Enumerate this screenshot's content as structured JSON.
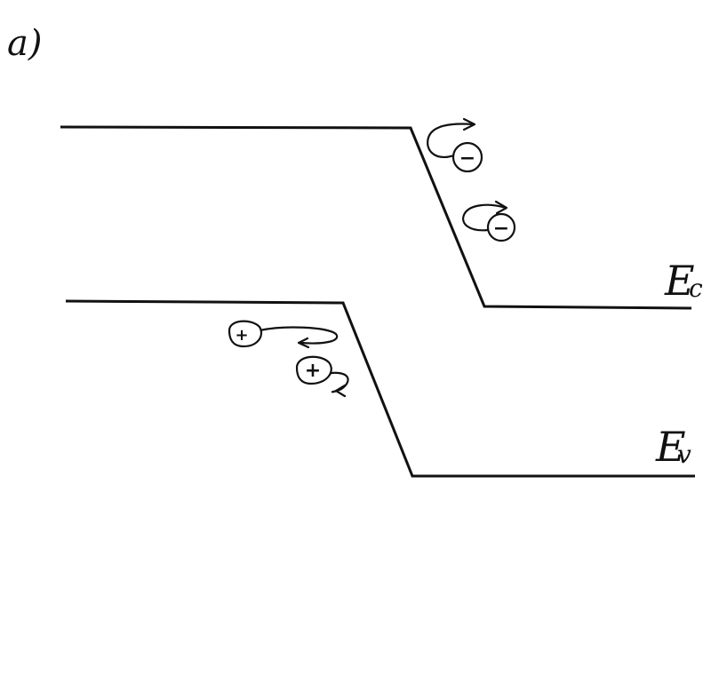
{
  "panel_label": "a)",
  "bands": {
    "conduction": {
      "symbol": "E",
      "subscript": "c"
    },
    "valence": {
      "symbol": "E",
      "subscript": "v"
    }
  },
  "carriers": {
    "electron_sign": "−",
    "hole_sign": "+"
  },
  "colors": {
    "ink": "#111111",
    "background": "#ffffff"
  }
}
